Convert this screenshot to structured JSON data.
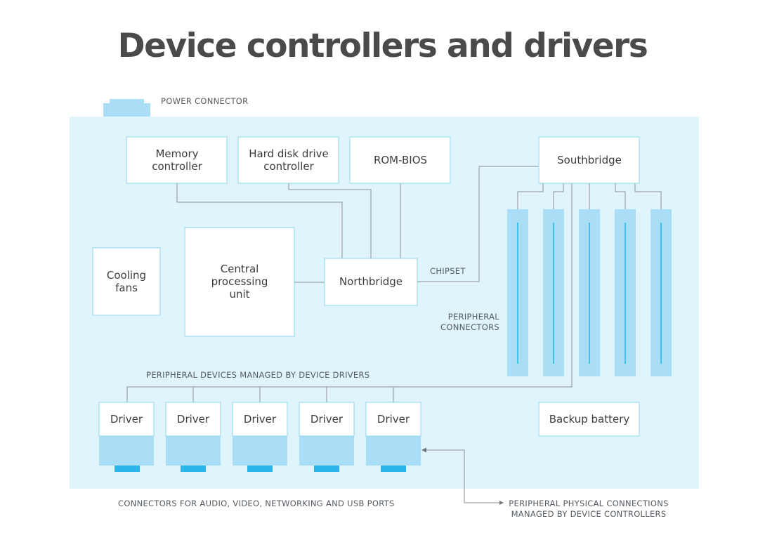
{
  "title": "Device controllers and drivers",
  "components": {
    "memory_controller": [
      "Memory",
      "controller"
    ],
    "hdd_controller": [
      "Hard disk drive",
      "controller"
    ],
    "rom_bios": "ROM-BIOS",
    "southbridge": "Southbridge",
    "cooling_fans": [
      "Cooling",
      "fans"
    ],
    "cpu": [
      "Central",
      "processing",
      "unit"
    ],
    "northbridge": "Northbridge",
    "backup_battery": "Backup battery",
    "drivers": [
      "Driver",
      "Driver",
      "Driver",
      "Driver",
      "Driver"
    ]
  },
  "labels": {
    "power_connector": "POWER CONNECTOR",
    "chipset": "CHIPSET",
    "peripheral_connectors": [
      "PERIPHERAL",
      "CONNECTORS"
    ],
    "peripheral_devices": "PERIPHERAL DEVICES MANAGED BY DEVICE DRIVERS",
    "ports": "CONNECTORS FOR AUDIO, VIDEO, NETWORKING AND USB PORTS",
    "physical_connections": [
      "PERIPHERAL PHYSICAL CONNECTIONS",
      "MANAGED BY DEVICE CONTROLLERS"
    ]
  },
  "colors": {
    "board": "#e0f4fc",
    "box_border": "#8fd4ef",
    "slot": "#a9def6",
    "accent": "#29b5ea",
    "wire": "#8a8f94"
  }
}
